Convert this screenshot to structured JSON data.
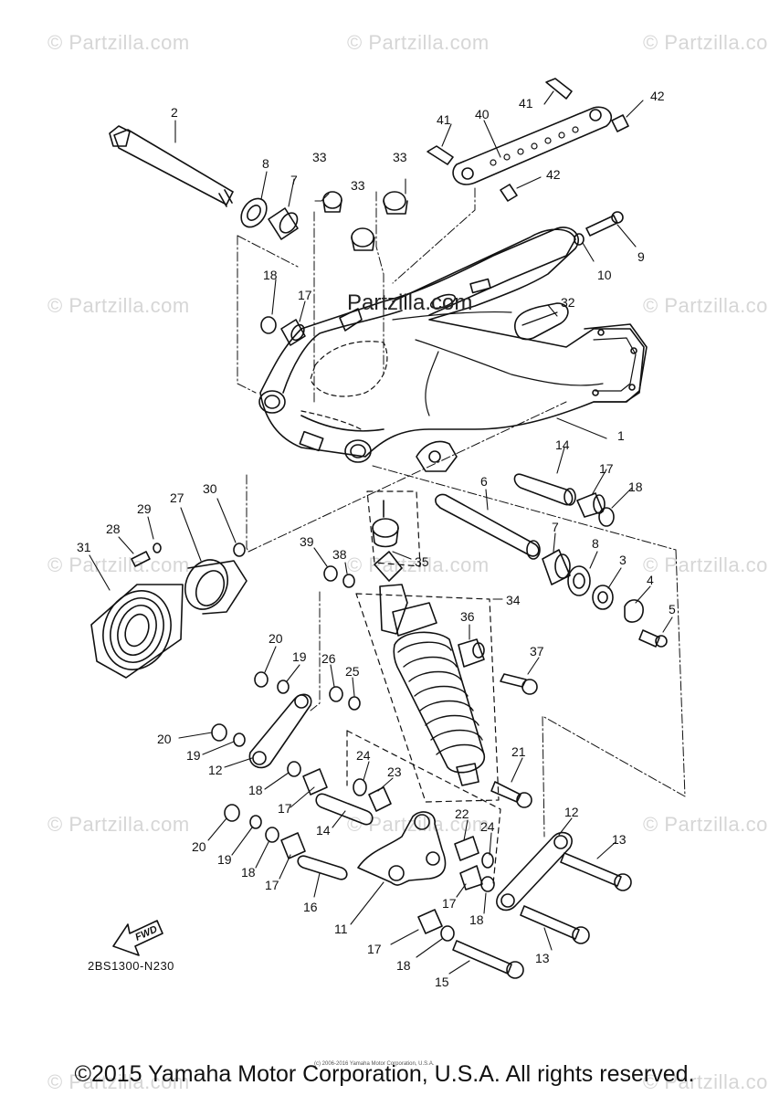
{
  "watermarks": [
    "© Partzilla.com"
  ],
  "center_watermark": "Partzilla.com",
  "diagram_code": "2BS1300-N230",
  "fwd_label": "FWD",
  "copyright": "©2015 Yamaha Motor Corporation, U.S.A. All rights reserved.",
  "tiny_notice": "(c) 2006-2016 Yamaha Motor Corporation, U.S.A.",
  "part_numbers": [
    "1",
    "2",
    "3",
    "4",
    "5",
    "6",
    "7",
    "8",
    "9",
    "10",
    "11",
    "12",
    "13",
    "14",
    "15",
    "16",
    "17",
    "18",
    "19",
    "20",
    "21",
    "22",
    "23",
    "24",
    "25",
    "26",
    "27",
    "28",
    "29",
    "30",
    "31",
    "32",
    "33",
    "34",
    "35",
    "36",
    "37",
    "38",
    "39",
    "40",
    "41",
    "42"
  ],
  "callouts": [
    {
      "n": "2"
    },
    {
      "n": "8"
    },
    {
      "n": "7"
    },
    {
      "n": "33"
    },
    {
      "n": "33"
    },
    {
      "n": "33"
    },
    {
      "n": "41"
    },
    {
      "n": "40"
    },
    {
      "n": "41"
    },
    {
      "n": "42"
    },
    {
      "n": "42"
    },
    {
      "n": "9"
    },
    {
      "n": "10"
    },
    {
      "n": "18"
    },
    {
      "n": "17"
    },
    {
      "n": "32"
    },
    {
      "n": "1"
    },
    {
      "n": "14"
    },
    {
      "n": "17"
    },
    {
      "n": "18"
    },
    {
      "n": "6"
    },
    {
      "n": "7"
    },
    {
      "n": "8"
    },
    {
      "n": "3"
    },
    {
      "n": "4"
    },
    {
      "n": "5"
    },
    {
      "n": "30"
    },
    {
      "n": "27"
    },
    {
      "n": "29"
    },
    {
      "n": "28"
    },
    {
      "n": "31"
    },
    {
      "n": "39"
    },
    {
      "n": "38"
    },
    {
      "n": "35"
    },
    {
      "n": "34"
    },
    {
      "n": "36"
    },
    {
      "n": "37"
    },
    {
      "n": "20"
    },
    {
      "n": "19"
    },
    {
      "n": "26"
    },
    {
      "n": "25"
    },
    {
      "n": "20"
    },
    {
      "n": "19"
    },
    {
      "n": "12"
    },
    {
      "n": "18"
    },
    {
      "n": "24"
    },
    {
      "n": "23"
    },
    {
      "n": "21"
    },
    {
      "n": "17"
    },
    {
      "n": "14"
    },
    {
      "n": "22"
    },
    {
      "n": "24"
    },
    {
      "n": "12"
    },
    {
      "n": "20"
    },
    {
      "n": "19"
    },
    {
      "n": "18"
    },
    {
      "n": "17"
    },
    {
      "n": "13"
    },
    {
      "n": "16"
    },
    {
      "n": "17"
    },
    {
      "n": "18"
    },
    {
      "n": "11"
    },
    {
      "n": "13"
    },
    {
      "n": "17"
    },
    {
      "n": "18"
    },
    {
      "n": "15"
    }
  ]
}
